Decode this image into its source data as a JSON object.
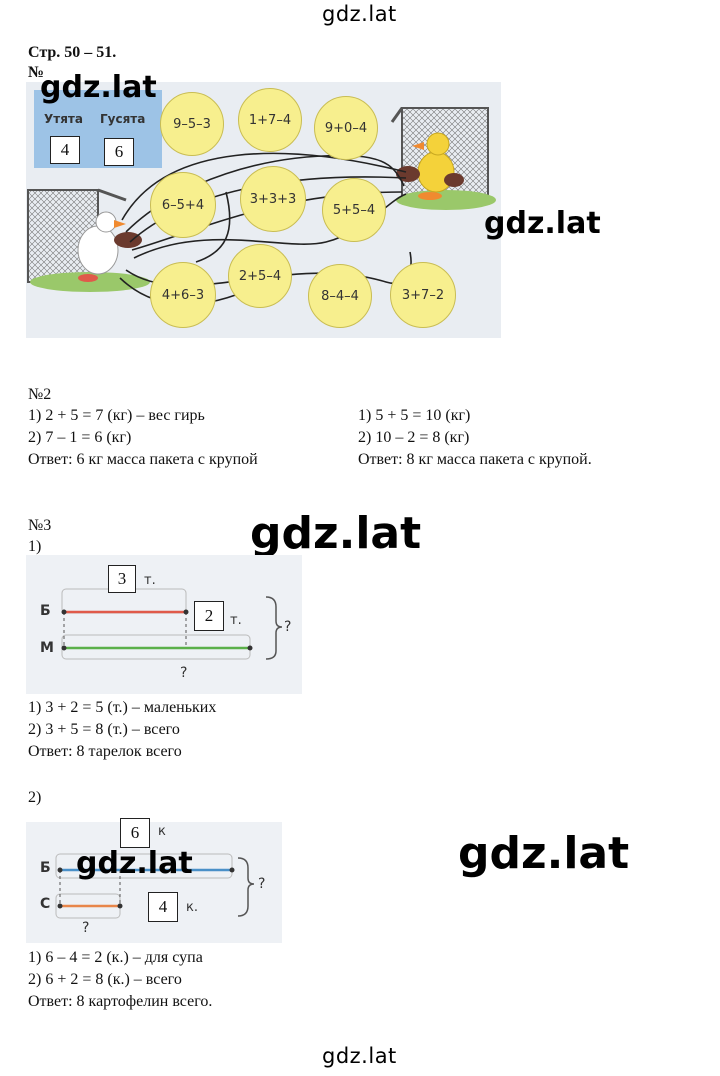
{
  "watermarks": {
    "site": "gdz.lat"
  },
  "header": {
    "pages": "Стр. 50 – 51.",
    "task1_label": "№"
  },
  "game": {
    "ducklings_label": "Утята",
    "goslings_label": "Гусята",
    "ducklings_score": "4",
    "goslings_score": "6",
    "balls": [
      "9–5–3",
      "1+7–4",
      "9+0–4",
      "6–5+4",
      "3+3+3",
      "5+5–4",
      "2+5–4",
      "4+6–3",
      "8–4–4",
      "3+7–2"
    ]
  },
  "task2": {
    "label": "№2",
    "left": [
      "1) 2 + 5 = 7 (кг) – вес гирь",
      "2) 7 – 1 = 6 (кг)",
      "Ответ: 6 кг масса пакета с крупой"
    ],
    "right": [
      "1) 5 + 5 = 10 (кг)",
      "2) 10 – 2 = 8 (кг)",
      "Ответ: 8 кг масса пакета с крупой."
    ]
  },
  "task3": {
    "label": "№3",
    "part1_label": "1)",
    "diagram1": {
      "letter_top": "Б",
      "letter_bottom": "М",
      "box_top": "3",
      "unit_top": "т.",
      "box_mid": "2",
      "unit_mid": "т.",
      "q_right": "?",
      "q_bottom": "?"
    },
    "part1_lines": [
      "1) 3 + 2 = 5 (т.) – маленьких",
      "2) 3 + 5 = 8 (т.) – всего",
      "Ответ: 8 тарелок всего"
    ],
    "part2_label": "2)",
    "diagram2": {
      "letter_top": "Б",
      "letter_bottom": "С",
      "box_top": "6",
      "unit_top": "к",
      "box_bottom": "4",
      "unit_bottom": "к.",
      "q_right": "?",
      "q_bottom": "?"
    },
    "part2_lines": [
      "1) 6 – 4 = 2 (к.) – для супа",
      "2) 6 + 2 = 8 (к.) – всего",
      "Ответ: 8 картофелин всего."
    ]
  },
  "colors": {
    "ball_fill": "#f7ef8e",
    "panel_blue": "#9dc3e6",
    "line_red": "#e05a4a",
    "line_green": "#5bb04a",
    "line_blue": "#4a90c8",
    "line_orange": "#e8864a"
  }
}
